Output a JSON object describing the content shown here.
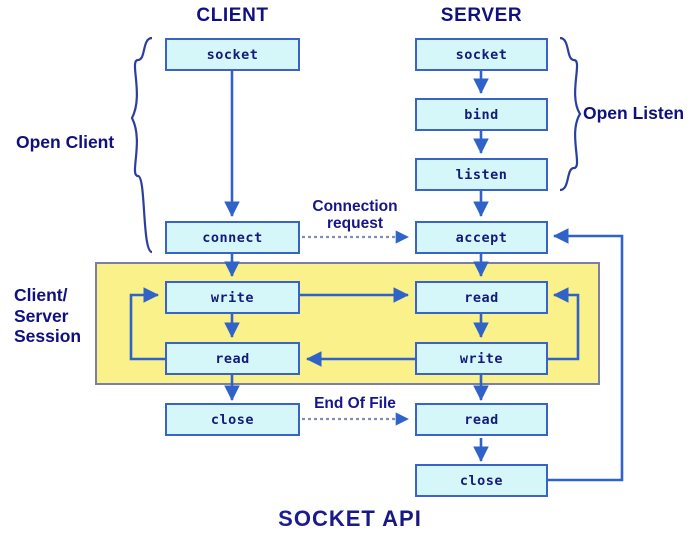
{
  "title": "SOCKET API",
  "columns": [
    {
      "name": "client",
      "label": "CLIENT"
    },
    {
      "name": "server",
      "label": "SERVER"
    }
  ],
  "groups": [
    {
      "name": "open-client",
      "label": "Open Client"
    },
    {
      "name": "open-listen",
      "label": "Open Listen"
    },
    {
      "name": "client-server-session",
      "label": "Client/\nServer\nSession"
    }
  ],
  "group_labels": {
    "open_client": "Open Client",
    "open_listen": "Open Listen",
    "session_line1": "Client/",
    "session_line2": "Server",
    "session_line3": "Session"
  },
  "client_nodes": [
    {
      "id": "client-socket",
      "label": "socket"
    },
    {
      "id": "client-connect",
      "label": "connect"
    },
    {
      "id": "client-write",
      "label": "write"
    },
    {
      "id": "client-read",
      "label": "read"
    },
    {
      "id": "client-close",
      "label": "close"
    }
  ],
  "server_nodes": [
    {
      "id": "server-socket",
      "label": "socket"
    },
    {
      "id": "server-bind",
      "label": "bind"
    },
    {
      "id": "server-listen",
      "label": "listen"
    },
    {
      "id": "server-accept",
      "label": "accept"
    },
    {
      "id": "server-read-1",
      "label": "read"
    },
    {
      "id": "server-write",
      "label": "write"
    },
    {
      "id": "server-read-2",
      "label": "read"
    },
    {
      "id": "server-close",
      "label": "close"
    }
  ],
  "edge_labels": {
    "connection_request_line1": "Connection",
    "connection_request_line2": "request",
    "end_of_file": "End Of File"
  },
  "colors": {
    "box_fill": "#d6f7fa",
    "box_border": "#3a63c8",
    "session_fill": "#faf18a",
    "session_border": "#7b7fa8",
    "arrow": "#2f63c8",
    "text_dark": "#141b7a",
    "header_text": "#10107f",
    "background": "#ffffff"
  }
}
